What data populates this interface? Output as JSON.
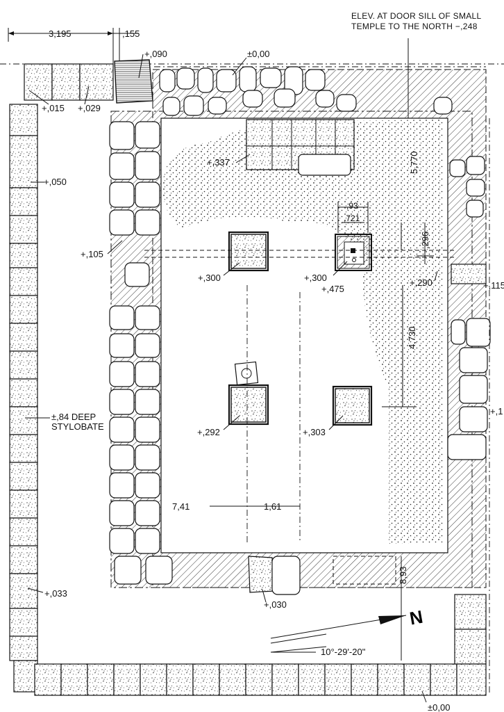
{
  "header": {
    "line1": "ELEV. AT DOOR SILL OF SMALL",
    "line2": "TEMPLE TO THE NORTH −,248"
  },
  "dimensions": {
    "wall_width": "3,195",
    "offset": ",155",
    "inner_depth": "5,770",
    "pier_width": ",93",
    "pier_inner": ",721",
    "pier_offset": ",296",
    "span_vertical": "4,730",
    "span_left": "7,41",
    "span_mid": "1,61",
    "span_lower": "8,93"
  },
  "elevations": {
    "e090": "+,090",
    "e000_top": "±0,00",
    "e015": "+,015",
    "e029": "+,029",
    "e050": "+,050",
    "e337": "+,337",
    "e105": "+,105",
    "e300a": "+,300",
    "e300b": "+,300",
    "e475": "+,475",
    "e290": "+,290",
    "e115": "+,115",
    "e292": "+,292",
    "e303": "+,303",
    "e1": "+,1",
    "e033": "+,033",
    "e030": "+,030",
    "e000_bottom": "±0,00"
  },
  "stylobate": {
    "line1": "±,84 DEEP",
    "line2": "STYLOBATE"
  },
  "orientation": {
    "north_letter": "N",
    "angle": "10°-29'-20\""
  }
}
